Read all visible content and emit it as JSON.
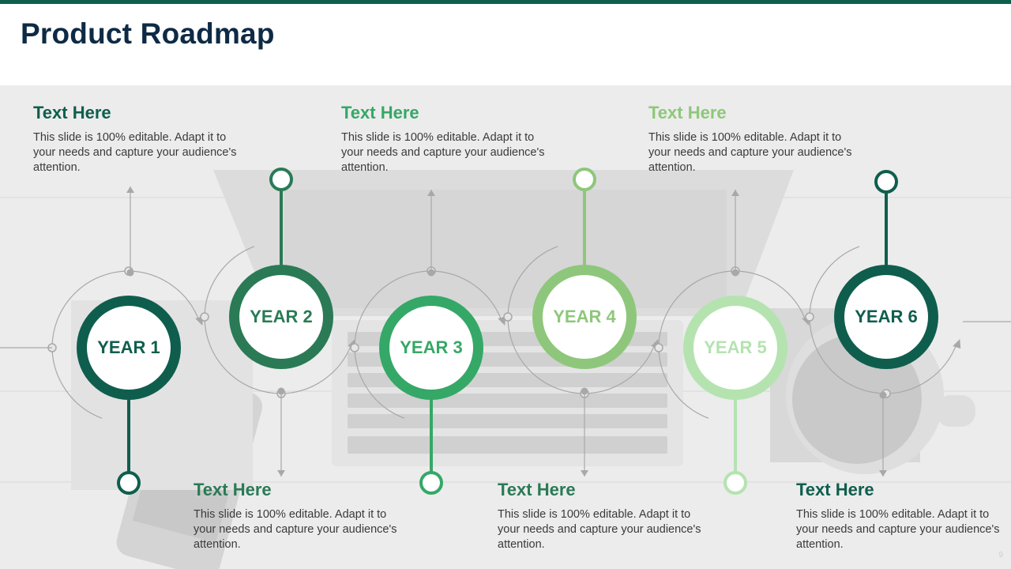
{
  "title": "Product Roadmap",
  "page_number": "9",
  "colors": {
    "title": "#0e2a45",
    "topbar": "#0f5e4d",
    "connector": "#a8a8a8",
    "body_text": "#3a3a3a"
  },
  "years": [
    {
      "label": "YEAR 1",
      "color": "#0f5e4d"
    },
    {
      "label": "YEAR 2",
      "color": "#2a7a56"
    },
    {
      "label": "YEAR 3",
      "color": "#35a867"
    },
    {
      "label": "YEAR 4",
      "color": "#8ec77b"
    },
    {
      "label": "YEAR 5",
      "color": "#b4e3b0"
    },
    {
      "label": "YEAR 6",
      "color": "#0f5e4d"
    }
  ],
  "text_blocks": [
    {
      "heading": "Text Here",
      "body": "This slide is 100% editable. Adapt it to your needs and capture your audience's attention.",
      "color": "#0f5e4d"
    },
    {
      "heading": "Text Here",
      "body": "This slide is 100% editable. Adapt it to your needs and capture your audience's attention.",
      "color": "#2a7a56"
    },
    {
      "heading": "Text Here",
      "body": "This slide is 100% editable. Adapt it to your needs and capture your audience's attention.",
      "color": "#35a867"
    },
    {
      "heading": "Text Here",
      "body": "This slide is 100% editable. Adapt it to your needs and capture your audience's attention.",
      "color": "#2a7a56"
    },
    {
      "heading": "Text Here",
      "body": "This slide is 100% editable. Adapt it to your needs and capture your audience's attention.",
      "color": "#8ec77b"
    },
    {
      "heading": "Text Here",
      "body": "This slide is 100% editable. Adapt it to your needs and capture your audience's attention.",
      "color": "#0f5e4d"
    }
  ]
}
